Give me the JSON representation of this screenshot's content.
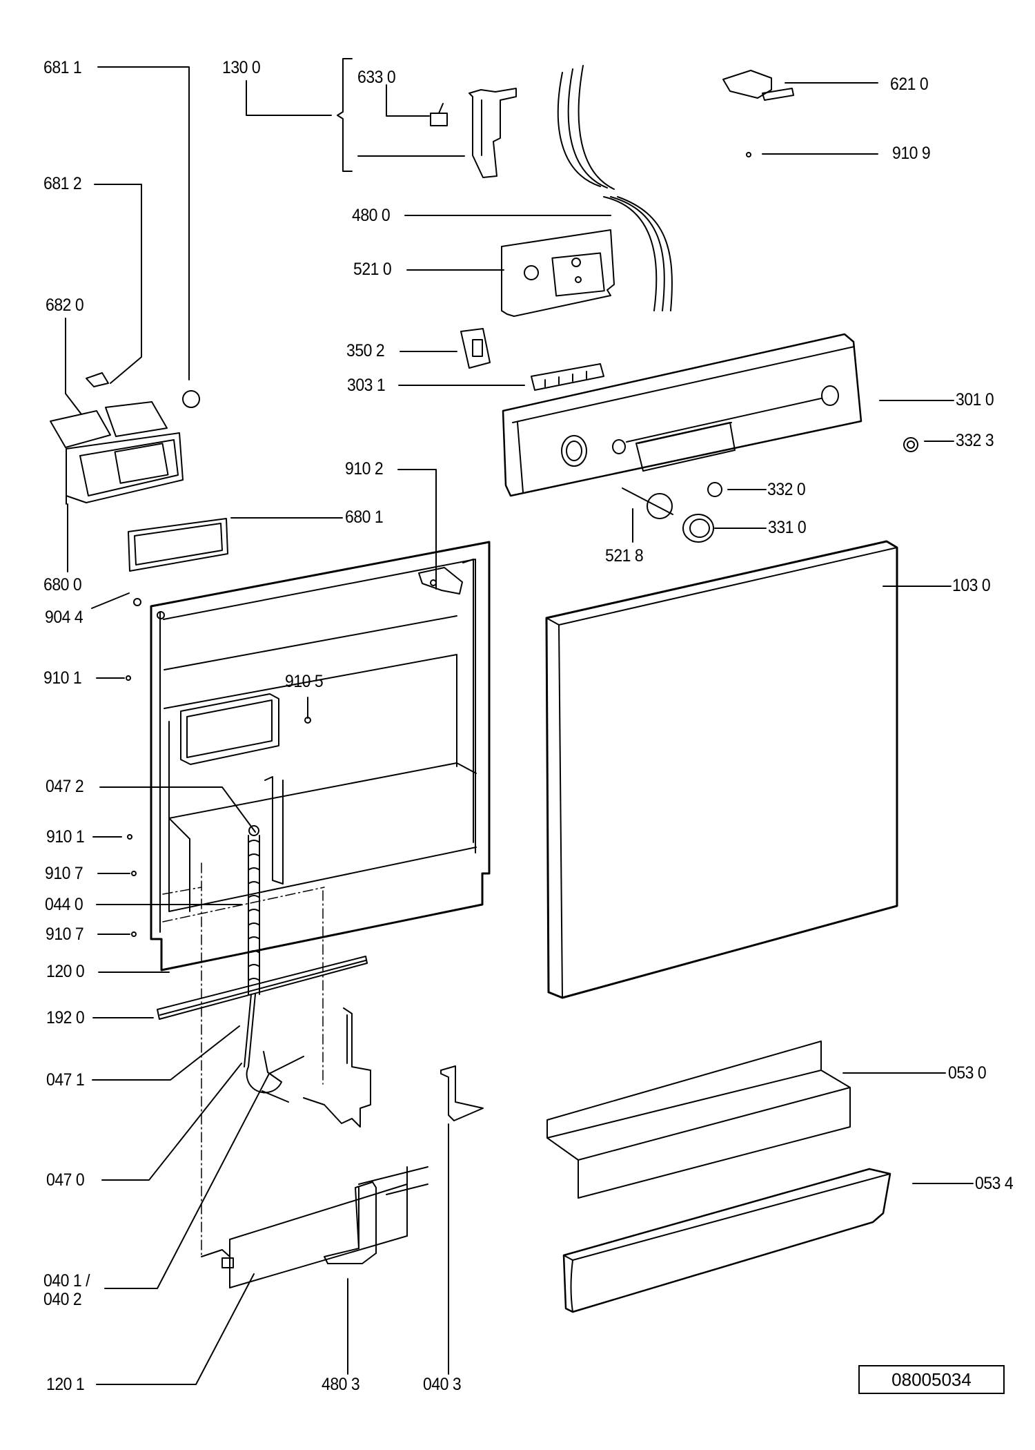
{
  "diagram": {
    "title": "Dishwasher door exploded parts diagram",
    "document_number": "08005034",
    "labels": {
      "p6811": "681 1",
      "p1300": "130 0",
      "p6330": "633 0",
      "p6210": "621 0",
      "p9109": "910 9",
      "p6812": "681 2",
      "p4800": "480 0",
      "p5210": "521 0",
      "p6820": "682 0",
      "p3502": "350 2",
      "p3031": "303 1",
      "p3010": "301 0",
      "p3323": "332 3",
      "p9102": "910 2",
      "p3320": "332 0",
      "p6801": "680 1",
      "p3310": "331 0",
      "p5218": "521 8",
      "p6800": "680 0",
      "p1030": "103 0",
      "p9044": "904 4",
      "p9101a": "910 1",
      "p9105": "910 5",
      "p0472": "047 2",
      "p9101b": "910 1",
      "p9107a": "910 7",
      "p0440": "044 0",
      "p9107b": "910 7",
      "p1200": "120 0",
      "p1920": "192 0",
      "p0471": "047 1",
      "p0530": "053 0",
      "p0470": "047 0",
      "p0534": "053 4",
      "p0401a": "040 1 /",
      "p0401b": "040 2",
      "p1201": "120 1",
      "p4803": "480 3",
      "p0403": "040 3"
    }
  }
}
